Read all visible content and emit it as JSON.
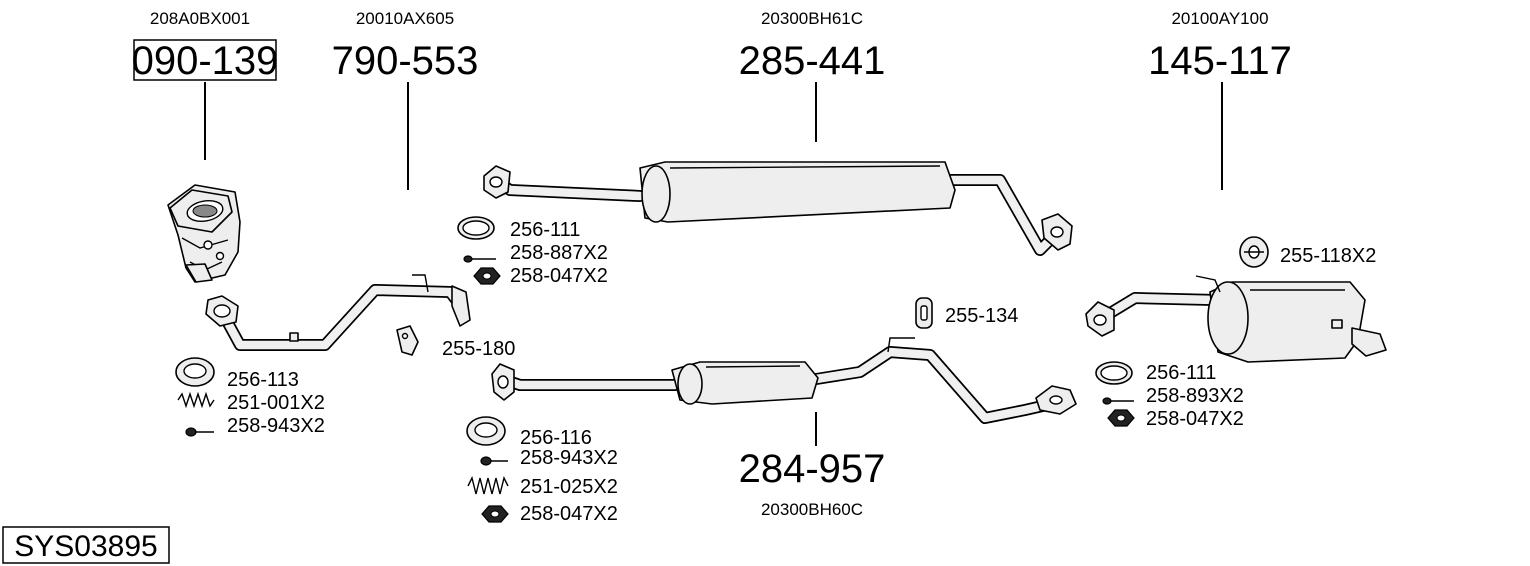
{
  "system_code": "SYS03895",
  "components": [
    {
      "oem": "208A0BX001",
      "ref": "090-139",
      "name": "catalytic-converter",
      "boxed": true
    },
    {
      "oem": "20010AX605",
      "ref": "790-553",
      "name": "front-pipe"
    },
    {
      "oem": "20300BH61C",
      "ref": "285-441",
      "name": "centre-silencer-upper"
    },
    {
      "oem": "20100AY100",
      "ref": "145-117",
      "name": "rear-silencer"
    },
    {
      "oem": "20300BH60C",
      "ref": "284-957",
      "name": "centre-silencer-lower"
    }
  ],
  "accessories": {
    "cat_group": [
      "256-113",
      "251-001X2",
      "258-943X2"
    ],
    "hanger_front": "255-180",
    "upper_group": [
      "256-111",
      "258-887X2",
      "258-047X2"
    ],
    "hanger_mid": "255-134",
    "lower_group": [
      "256-116",
      "258-943X2",
      "251-025X2",
      "258-047X2"
    ],
    "rear_hanger": "255-118X2",
    "rear_group": [
      "256-111",
      "258-893X2",
      "258-047X2"
    ]
  },
  "icons": [
    "gasket-ring-icon",
    "spring-icon",
    "bolt-icon",
    "nut-icon",
    "rubber-hanger-icon",
    "bracket-icon"
  ]
}
